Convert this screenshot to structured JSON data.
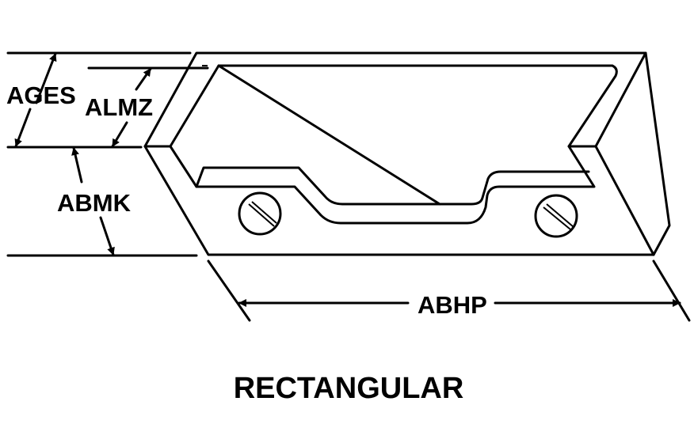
{
  "labels": {
    "ages": "AGES",
    "almz": "ALMZ",
    "abmk": "ABMK",
    "abhp": "ABHP"
  },
  "caption": "RECTANGULAR",
  "colors": {
    "ink": "#000000",
    "background": "#ffffff"
  }
}
